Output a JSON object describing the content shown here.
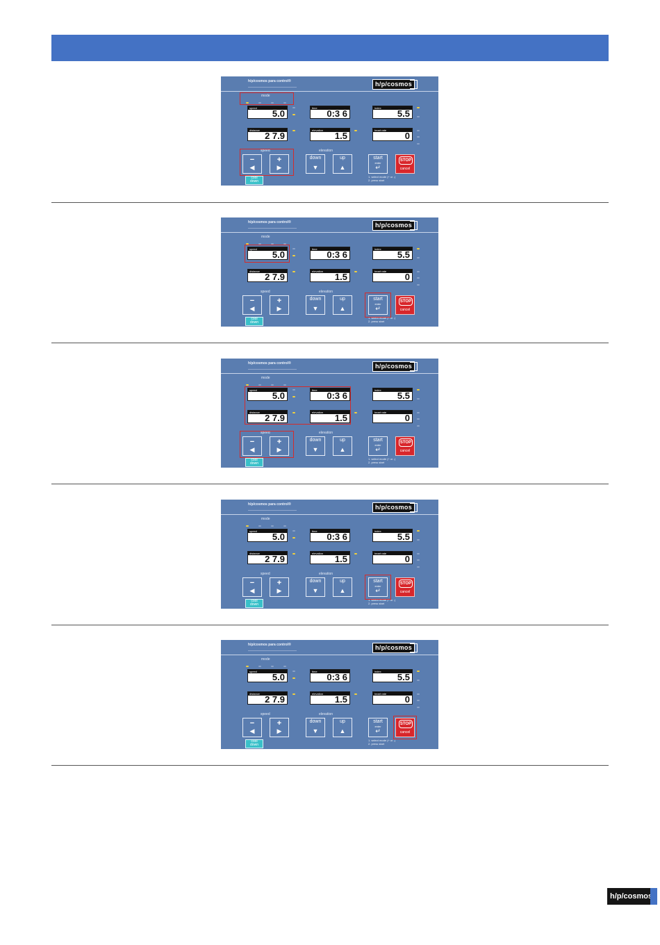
{
  "header": {
    "color": "#4472c4"
  },
  "panel": {
    "brand_line": "h/p/cosmos para control®",
    "logo": "h/p/cosmos",
    "mode_label": "mode",
    "speed_label": "speed",
    "elevation_label": "elevation",
    "displays": {
      "speed": {
        "label": "speed",
        "value": "5.0"
      },
      "time": {
        "label": "time",
        "value": "0:3 6"
      },
      "index": {
        "label": "index",
        "value": "5.5"
      },
      "distance": {
        "label": "distance",
        "value": "2 7.9"
      },
      "elevation": {
        "label": "elevation",
        "value": "1.5"
      },
      "heart_rate": {
        "label": "heart rate",
        "value": "0"
      }
    },
    "buttons": {
      "minus_symbol": "−",
      "plus_symbol": "+",
      "down": "down",
      "up": "up",
      "start": "start",
      "enter": "enter",
      "stop": "STOP",
      "cancel": "cancel",
      "cool": "cool",
      "cool_down": "down"
    },
    "instructions": [
      "1. select mode (+ or -)",
      "2. press start"
    ]
  },
  "steps": [
    {
      "highlights": [
        "mode",
        "speed-buttons"
      ]
    },
    {
      "highlights": [
        "speed-display",
        "start-button"
      ]
    },
    {
      "highlights": [
        "center-displays",
        "speed-buttons"
      ]
    },
    {
      "highlights": [
        "start-button"
      ]
    },
    {
      "highlights": [
        "stop-button"
      ]
    }
  ],
  "footer": {
    "logo": "h/p/cosmos"
  }
}
